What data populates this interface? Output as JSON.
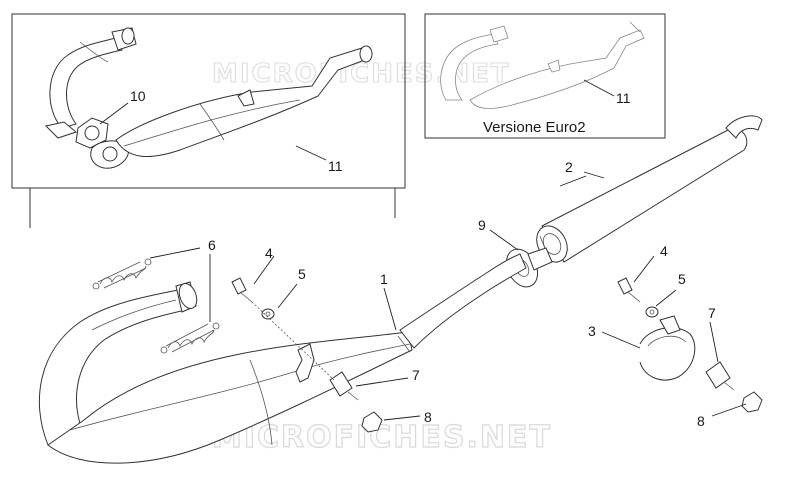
{
  "watermark": "MICROFICHES.NET",
  "inset_b": {
    "title": "Versione Euro2"
  },
  "callouts": {
    "c1": "1",
    "c2": "2",
    "c3": "3",
    "c4a": "4",
    "c4b": "4",
    "c5a": "5",
    "c5b": "5",
    "c6": "6",
    "c7a": "7",
    "c7b": "7",
    "c8a": "8",
    "c8b": "8",
    "c9": "9",
    "c10": "10",
    "c11a": "11",
    "c11b": "11"
  }
}
